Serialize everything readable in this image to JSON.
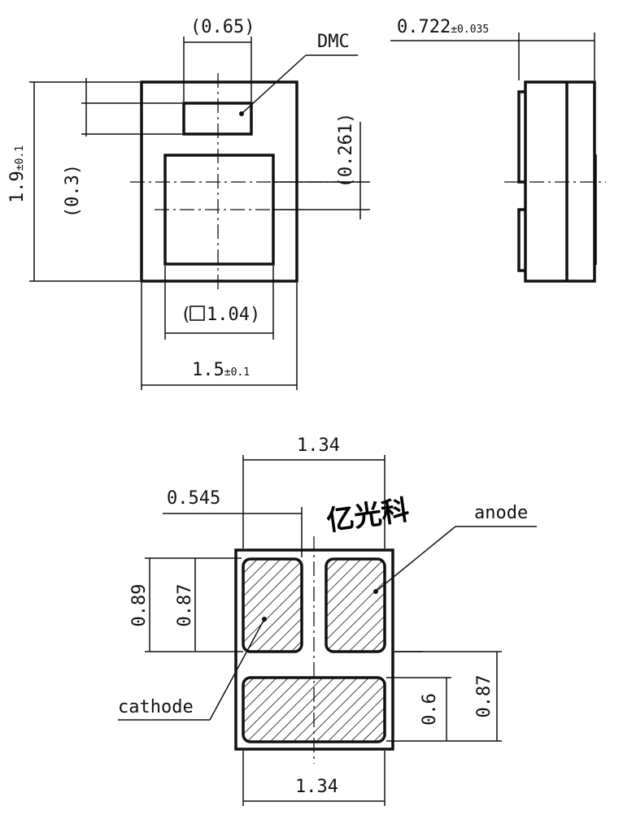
{
  "labels": {
    "dim_065": "(0.65)",
    "dmc": "DMC",
    "dim_0722": "0.722",
    "tol_0722": "±0.035",
    "dim_0261": "(0.261)",
    "dim_19": "1.9",
    "tol_19": "±0.1",
    "dim_03": "(0.3)",
    "dim_104_open": "(",
    "dim_104": "1.04)",
    "dim_15": "1.5",
    "tol_15": "±0.1",
    "dim_134_top": "1.34",
    "dim_0545": "0.545",
    "watermark": "亿光科",
    "anode": "anode",
    "dim_089": "0.89",
    "dim_087_left": "0.87",
    "cathode": "cathode",
    "dim_06": "0.6",
    "dim_087_right": "0.87",
    "dim_134_bottom": "1.34"
  },
  "colors": {
    "line": "#111111",
    "background": "#ffffff",
    "watermark": "#000000"
  }
}
